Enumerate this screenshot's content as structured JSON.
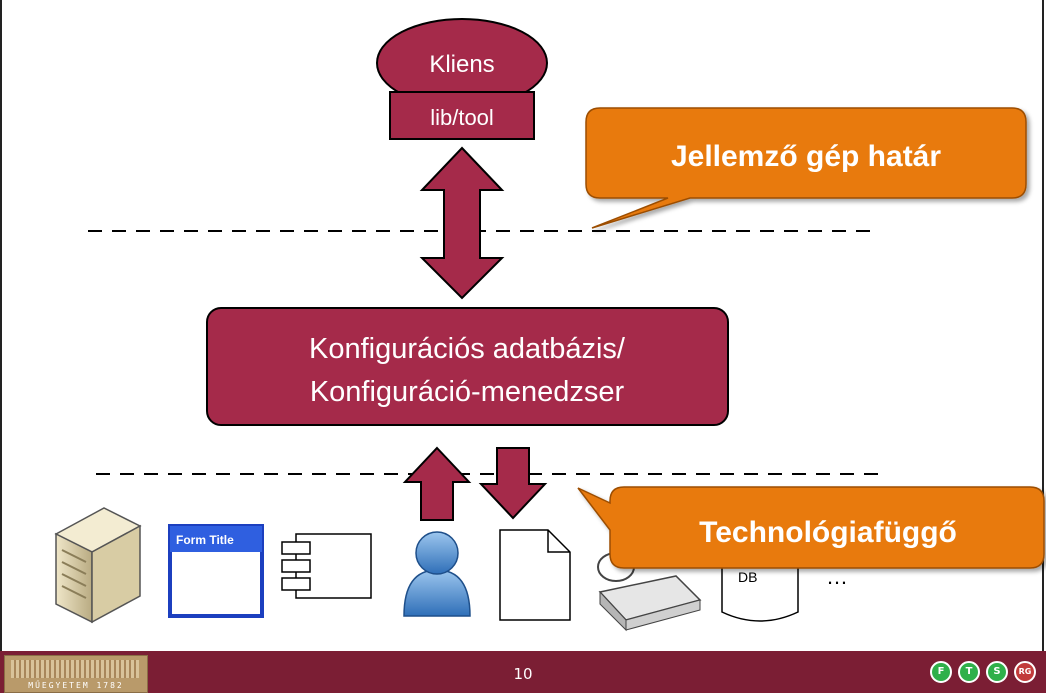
{
  "client": {
    "title": "Kliens",
    "lib": "lib/tool"
  },
  "callout_boundary": "Jellemző gép határ",
  "config_box": {
    "line1": "Konfigurációs adatbázis/",
    "line2": "Konfiguráció-menedzser"
  },
  "callout_tech": "Technológiafüggő",
  "icons": {
    "form_title": "Form Title",
    "db_label": "DB",
    "ellipsis": "…"
  },
  "footer": {
    "page_number": "10",
    "logo_caption": "MŰEGYETEM 1782",
    "ftsrg_letters": [
      "F",
      "T",
      "S",
      "RG"
    ]
  },
  "colors": {
    "maroon": "#a52a4a",
    "orange": "#e87a0c",
    "footer": "#7b1e34"
  }
}
